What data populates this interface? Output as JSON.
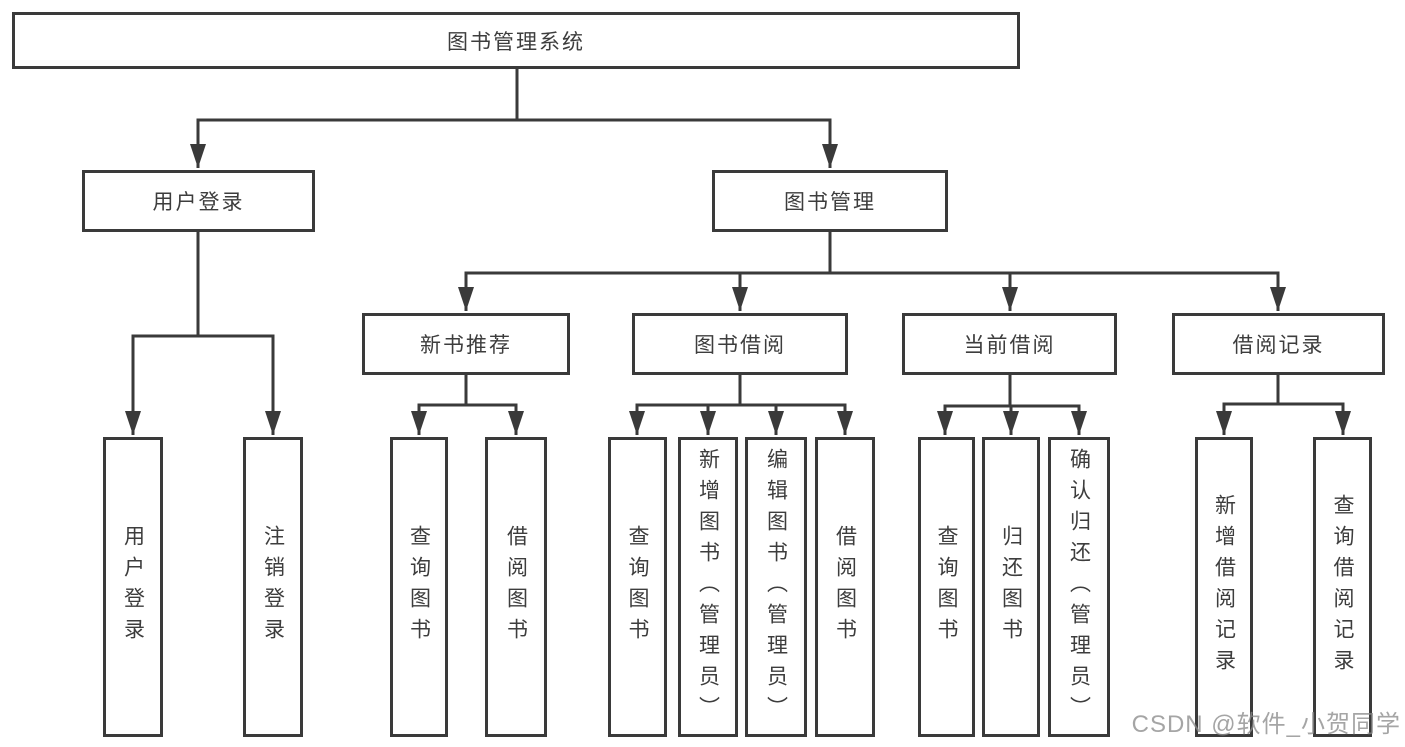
{
  "nodes": {
    "root": "图书管理系统",
    "l2": [
      "用户登录",
      "图书管理"
    ],
    "l3": [
      "新书推荐",
      "图书借阅",
      "当前借阅",
      "借阅记录"
    ],
    "l4_login": [
      "用户登录",
      "注销登录"
    ],
    "l4_newbook": [
      "查询图书",
      "借阅图书"
    ],
    "l4_borrow": [
      "查询图书",
      "新增图书（管理员）",
      "编辑图书（管理员）",
      "借阅图书"
    ],
    "l4_current": [
      "查询图书",
      "归还图书",
      "确认归还（管理员）"
    ],
    "l4_records": [
      "新增借阅记录",
      "查询借阅记录"
    ]
  },
  "watermark": {
    "text": "CSDN @软件_小贺同学"
  },
  "colors": {
    "line": "#3a3a3a",
    "text": "#3d3d3d",
    "background": "#ffffff",
    "watermark": "#8c8c8c"
  }
}
